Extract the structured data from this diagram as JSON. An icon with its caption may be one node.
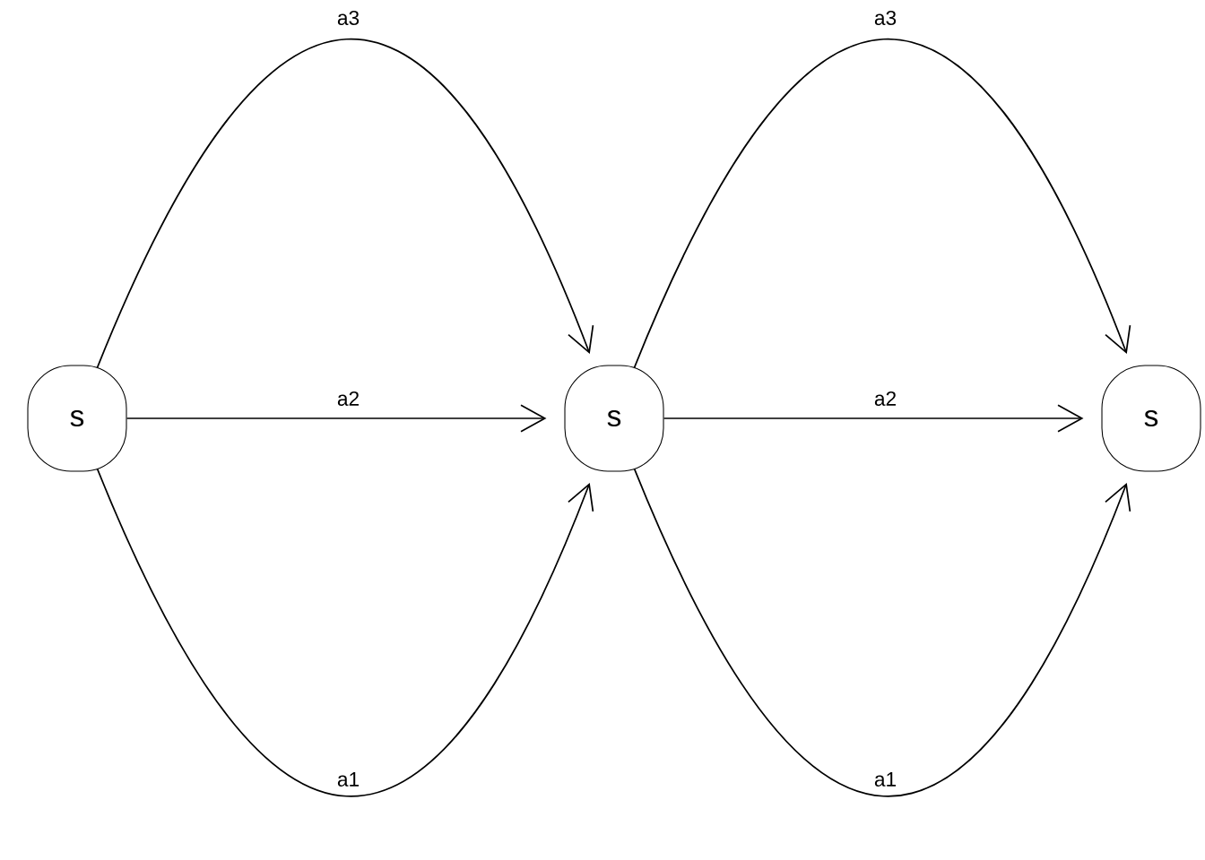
{
  "diagram": {
    "nodes": [
      {
        "text": [
          "s"
        ]
      },
      {
        "text": [
          "s"
        ]
      },
      {
        "text": [
          "s"
        ]
      }
    ],
    "edges": [
      {
        "from": 0,
        "to": 1,
        "arrow": "to",
        "label": "a3"
      },
      {
        "from": 0,
        "to": 1,
        "arrow": "to",
        "label": "a2"
      },
      {
        "from": 0,
        "to": 1,
        "arrow": "to",
        "label": "a1"
      },
      {
        "from": 1,
        "to": 2,
        "arrow": "to",
        "label": "a3"
      },
      {
        "from": 1,
        "to": 2,
        "arrow": "to",
        "label": "a2"
      },
      {
        "from": 1,
        "to": 2,
        "arrow": "to",
        "label": "a1"
      }
    ]
  }
}
